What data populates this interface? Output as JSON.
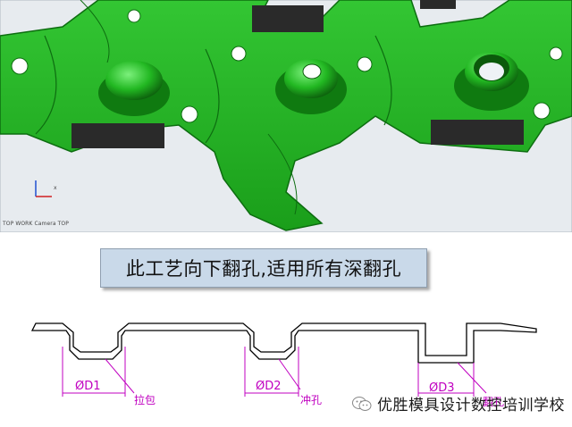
{
  "render_view": {
    "viewport_label": "TOP WORK Camera TOP",
    "colors": {
      "part": "#1fb51f",
      "part_dark": "#0d6d10",
      "background": "#e7ebef",
      "cutout": "#2a2a2a"
    }
  },
  "caption": "此工艺向下翻孔,适用所有深翻孔",
  "section_view": {
    "dimensions": [
      "ØD1",
      "ØD2",
      "ØD3"
    ],
    "notes": [
      "拉包",
      "冲孔",
      "翻孔"
    ],
    "colors": {
      "outline": "#000000",
      "dimension": "#c000c0"
    }
  },
  "watermark": {
    "icon": "wechat-icon",
    "text": "优胜模具设计数控培训学校"
  }
}
